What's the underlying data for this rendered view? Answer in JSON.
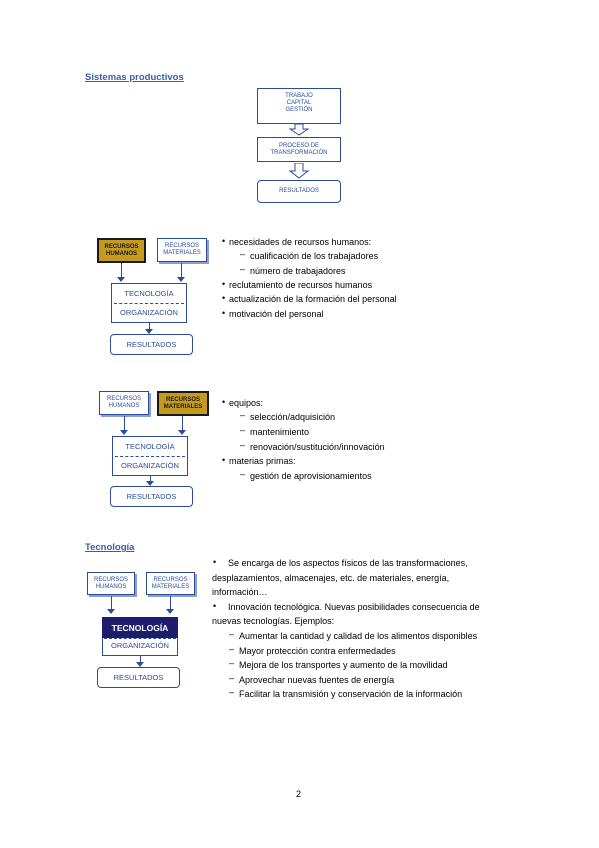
{
  "section1": {
    "heading": "Sistemas productivos",
    "box1_lines": [
      "TRABAJO",
      "CAPITAL",
      "GESTIÓN"
    ],
    "box2_lines": [
      "PROCESO DE",
      "TRANSFORMACIÓN"
    ],
    "box3": "RESULTADOS"
  },
  "diagram_labels": {
    "rh_lines": [
      "RECURSOS",
      "HUMANOS"
    ],
    "rm_lines": [
      "RECURSOS",
      "MATERIALES"
    ],
    "tec": "TECNOLOGÍA",
    "org": "ORGANIZACIÓN",
    "res": "RESULTADOS"
  },
  "block2": {
    "items": [
      {
        "level": 0,
        "text": "necesidades de recursos humanos:"
      },
      {
        "level": 1,
        "text": "cualificación de los trabajadores"
      },
      {
        "level": 1,
        "text": "número de trabajadores"
      },
      {
        "level": 0,
        "text": "reclutamiento de recursos humanos"
      },
      {
        "level": 0,
        "text": "actualización de la formación del personal"
      },
      {
        "level": 0,
        "text": "motivación del personal"
      }
    ]
  },
  "block3": {
    "items": [
      {
        "level": 0,
        "text": "equipos:"
      },
      {
        "level": 1,
        "text": "selección/adquisición"
      },
      {
        "level": 1,
        "text": "mantenimiento"
      },
      {
        "level": 1,
        "text": "renovación/sustitución/innovación"
      },
      {
        "level": 0,
        "text": "materias primas:"
      },
      {
        "level": 1,
        "text": "gestión de aprovisionamientos"
      }
    ]
  },
  "section4": {
    "heading": "Tecnología",
    "para1_lines": [
      "Se encarga de los aspectos físicos de las transformaciones,",
      "desplazamientos, almacenajes, etc. de materiales, energía,",
      "información…"
    ],
    "para2_lines": [
      "Innovación tecnológica. Nuevas posibilidades consecuencia de",
      "nuevas tecnologías. Ejemplos:"
    ],
    "examples": [
      "Aumentar la cantidad y calidad de los alimentos disponibles",
      "Mayor protección contra enfermedades",
      "Mejora de los transportes y aumento de la movilidad",
      "Aprovechar nuevas fuentes de energía",
      "Facilitar la transmisión y conservación de la información"
    ]
  },
  "page_number": "2",
  "colors": {
    "accent": "#2b4c9e",
    "heading": "#3b5ea8",
    "gold": "#c59a1e",
    "navy": "#1d1d6b"
  }
}
